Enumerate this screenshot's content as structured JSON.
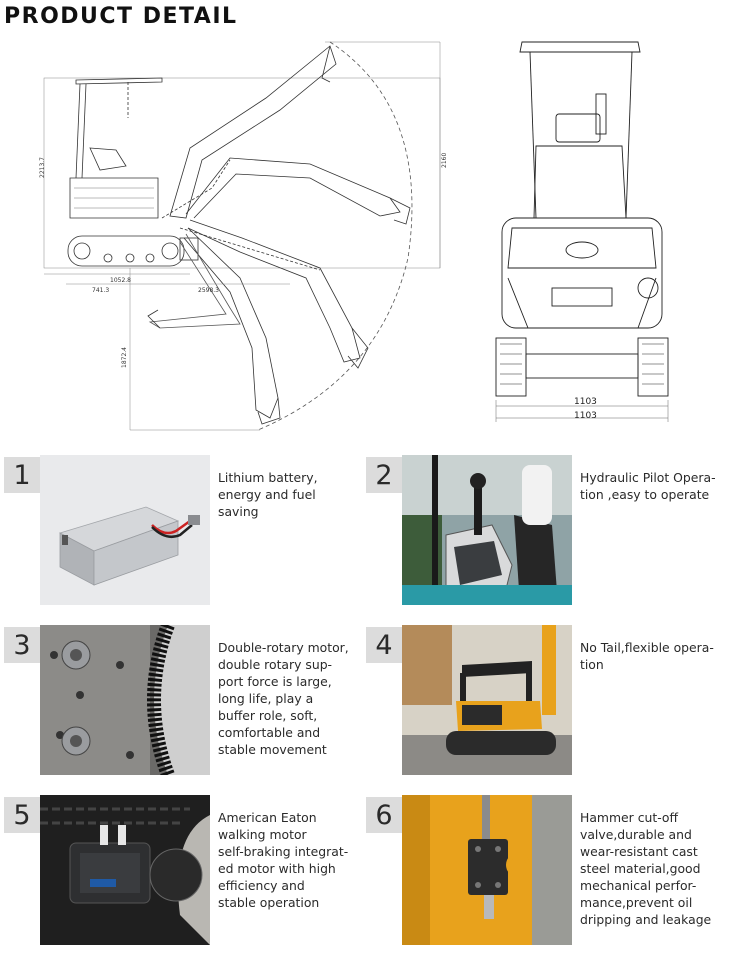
{
  "title": "PRODUCT DETAIL",
  "side_drawing": {
    "dims": {
      "height_cab": "2213.7",
      "reach_height": "2160",
      "track_length": "1052.8",
      "front_offset": "741.3",
      "reach": "2598.3",
      "dig_depth": "1872.4"
    }
  },
  "front_drawing": {
    "dims": {
      "width_a": "1103",
      "width_b": "1103"
    }
  },
  "features": [
    {
      "number": "1",
      "icon": "battery-photo",
      "text": "Lithium battery,\nenergy and fuel\nsaving"
    },
    {
      "number": "2",
      "icon": "pilot-control-photo",
      "text": "Hydraulic Pilot Opera-\ntion ,easy to operate"
    },
    {
      "number": "3",
      "icon": "slewing-motor-photo",
      "text": "Double-rotary motor,\ndouble rotary sup-\nport force is large,\nlong life, play a\nbuffer role, soft,\ncomfortable and\nstable movement"
    },
    {
      "number": "4",
      "icon": "excavator-rear-photo",
      "text": "No Tail,flexible opera-\ntion"
    },
    {
      "number": "5",
      "icon": "travel-motor-photo",
      "text": "American Eaton\nwalking motor\nself-braking integrat-\ned motor with high\nefficiency and\nstable operation"
    },
    {
      "number": "6",
      "icon": "cutoff-valve-photo",
      "text": "Hammer cut-off\nvalve,durable and\nwear-resistant cast\nsteel material,good\nmechanical perfor-\nmance,prevent oil\ndripping and leakage"
    }
  ],
  "colors": {
    "machine_yellow": "#e8a21c",
    "teal_body": "#2a9aa6",
    "dark_track": "#2b2b2b",
    "metal": "#b9bcc0"
  }
}
